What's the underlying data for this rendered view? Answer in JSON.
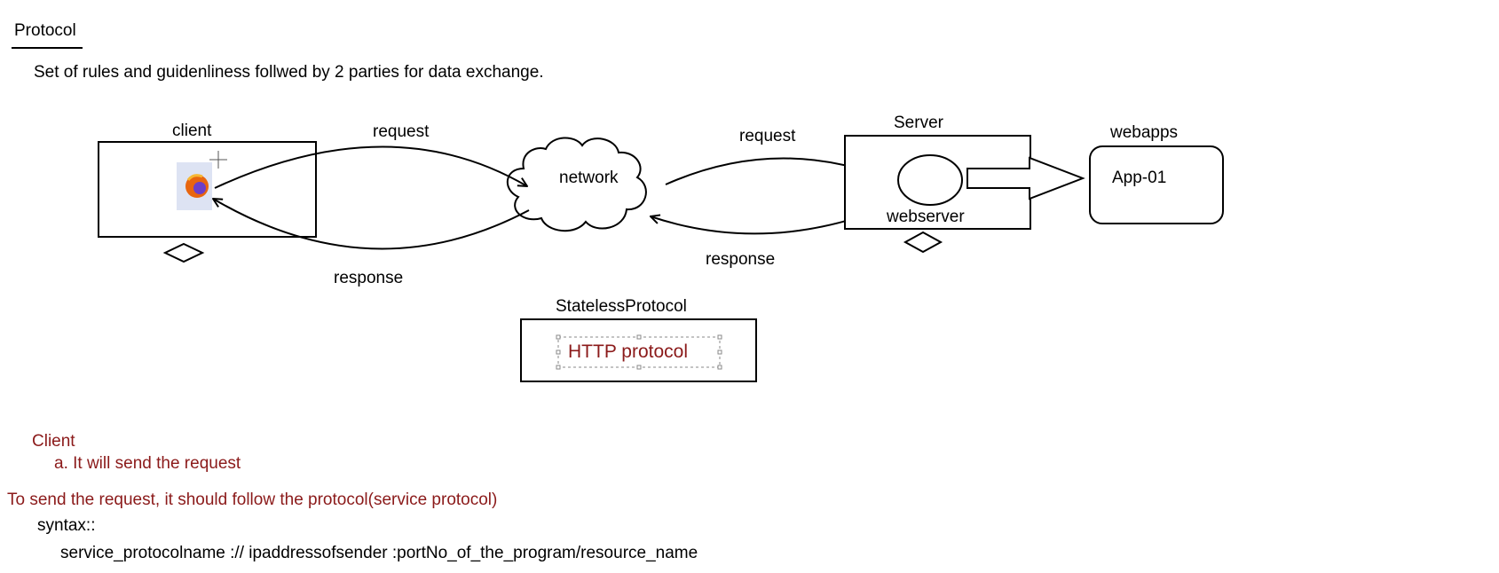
{
  "heading": {
    "title": "Protocol",
    "definition": "Set of rules and guidenliness follwed by 2 parties for data exchange."
  },
  "diagram": {
    "client_label": "client",
    "network_label": "network",
    "server_label": "Server",
    "webserver_label": "webserver",
    "webapps_label": "webapps",
    "app_label": "App-01",
    "request_label_left": "request",
    "request_label_right": "request",
    "response_label_left": "response",
    "response_label_right": "response",
    "stateless_label": "StatelessProtocol",
    "http_label": "HTTP protocol",
    "browser_icon": "firefox-icon",
    "colors": {
      "stroke": "#000000",
      "note_red": "#8b1a1a",
      "icon_orange": "#e8650f",
      "icon_purple": "#6b3fc8"
    }
  },
  "notes": {
    "client_heading": "Client",
    "client_point": "a. It will send the request",
    "protocol_note": "To send the request, it should follow the protocol(service protocol)",
    "syntax_label": "syntax::",
    "syntax_value": "service_protocolname :// ipaddressofsender :portNo_of_the_program/resource_name"
  }
}
